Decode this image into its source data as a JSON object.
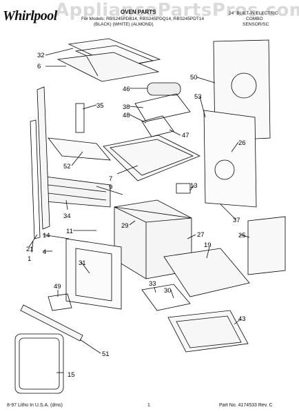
{
  "header": {
    "brand": "Whirlpool",
    "watermark": "AppliancePartsPros.com",
    "title": "OVEN PARTS",
    "for_models": "For Models: RBS245PDB14, RBS245PDQ14, RBS245PDT14",
    "colors": "(BLACK)     (WHITE)     (ALMOND)",
    "product_line1": "24\" BUILT-IN ELECTRIC",
    "product_line2": "COMBO",
    "product_line3": "SENSOR/SC"
  },
  "footer": {
    "litho": "8-97 Litho In U.S.A. (dms)",
    "page": "1",
    "part_no": "Part No. 4174533 Rev. C"
  },
  "callouts": [
    "32",
    "6",
    "35",
    "52",
    "7",
    "9",
    "34",
    "11",
    "21",
    "14",
    "4",
    "1",
    "31",
    "49",
    "15",
    "51",
    "46",
    "38",
    "48",
    "47",
    "50",
    "53",
    "26",
    "13",
    "37",
    "29",
    "27",
    "25",
    "19",
    "33",
    "30",
    "43"
  ]
}
